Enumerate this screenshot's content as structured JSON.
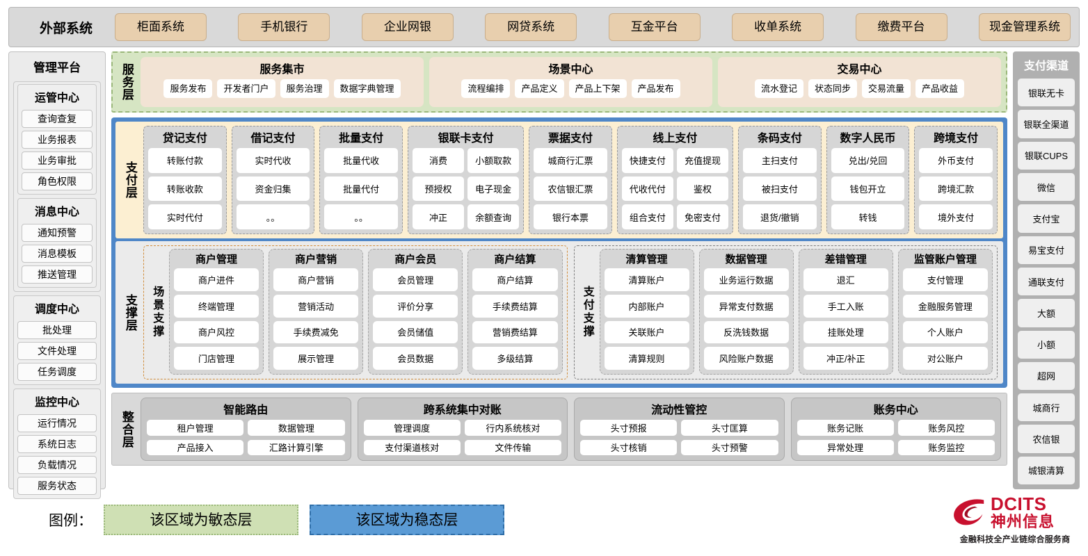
{
  "external": {
    "title": "外部系统",
    "items": [
      "柜面系统",
      "手机银行",
      "企业网银",
      "网贷系统",
      "互金平台",
      "收单系统",
      "缴费平台",
      "现金管理系统"
    ]
  },
  "management": {
    "title": "管理平台",
    "groups": [
      {
        "title": "运管中心",
        "items": [
          "查询查复",
          "业务报表",
          "业务审批",
          "角色权限"
        ]
      },
      {
        "title": "消息中心",
        "items": [
          "通知预警",
          "消息模板",
          "推送管理"
        ]
      }
    ],
    "standalone": [
      {
        "title": "调度中心",
        "items": [
          "批处理",
          "文件处理",
          "任务调度"
        ]
      },
      {
        "title": "监控中心",
        "items": [
          "运行情况",
          "系统日志",
          "负载情况",
          "服务状态"
        ]
      }
    ]
  },
  "service_layer": {
    "label": "服务层",
    "groups": [
      {
        "title": "服务集市",
        "items": [
          "服务发布",
          "开发者门户",
          "服务治理",
          "数据字典管理"
        ]
      },
      {
        "title": "场景中心",
        "items": [
          "流程编排",
          "产品定义",
          "产品上下架",
          "产品发布"
        ]
      },
      {
        "title": "交易中心",
        "items": [
          "流水登记",
          "状态同步",
          "交易流量",
          "产品收益"
        ]
      }
    ]
  },
  "payment_layer": {
    "label": "支付层",
    "columns": [
      {
        "title": "贷记支付",
        "cols": 1,
        "items": [
          "转账付款",
          "转账收款",
          "实时代付"
        ]
      },
      {
        "title": "借记支付",
        "cols": 1,
        "items": [
          "实时代收",
          "资金归集",
          "。。"
        ]
      },
      {
        "title": "批量支付",
        "cols": 1,
        "items": [
          "批量代收",
          "批量代付",
          "。。"
        ]
      },
      {
        "title": "银联卡支付",
        "cols": 2,
        "items": [
          "消费",
          "小额取款",
          "预授权",
          "电子现金",
          "冲正",
          "余额查询"
        ]
      },
      {
        "title": "票据支付",
        "cols": 1,
        "items": [
          "城商行汇票",
          "农信银汇票",
          "银行本票"
        ]
      },
      {
        "title": "线上支付",
        "cols": 2,
        "items": [
          "快捷支付",
          "充值提现",
          "代收代付",
          "鉴权",
          "组合支付",
          "免密支付"
        ]
      },
      {
        "title": "条码支付",
        "cols": 1,
        "items": [
          "主扫支付",
          "被扫支付",
          "退货/撤销"
        ]
      },
      {
        "title": "数字人民币",
        "cols": 1,
        "items": [
          "兑出/兑回",
          "钱包开立",
          "转钱"
        ]
      },
      {
        "title": "跨境支付",
        "cols": 1,
        "items": [
          "外币支付",
          "跨境汇款",
          "境外支付"
        ]
      }
    ]
  },
  "support_layer": {
    "label": "支撑层",
    "scene": {
      "label": "场景支撑",
      "columns": [
        {
          "title": "商户管理",
          "items": [
            "商户进件",
            "终端管理",
            "商户风控",
            "门店管理"
          ]
        },
        {
          "title": "商户营销",
          "items": [
            "商户营销",
            "营销活动",
            "手续费减免",
            "展示管理"
          ]
        },
        {
          "title": "商户会员",
          "items": [
            "会员管理",
            "评价分享",
            "会员储值",
            "会员数据"
          ]
        },
        {
          "title": "商户结算",
          "items": [
            "商户结算",
            "手续费结算",
            "营销费结算",
            "多级结算"
          ]
        }
      ]
    },
    "paysup": {
      "label": "支付支撑",
      "columns": [
        {
          "title": "清算管理",
          "items": [
            "清算账户",
            "内部账户",
            "关联账户",
            "清算规则"
          ]
        },
        {
          "title": "数据管理",
          "items": [
            "业务运行数据",
            "异常支付数据",
            "反洗钱数据",
            "风险账户数据"
          ]
        },
        {
          "title": "差错管理",
          "items": [
            "退汇",
            "手工入账",
            "挂账处理",
            "冲正/补正"
          ]
        },
        {
          "title": "监管账户管理",
          "items": [
            "支付管理",
            "金融服务管理",
            "个人账户",
            "对公账户"
          ]
        }
      ]
    }
  },
  "integration_layer": {
    "label": "整合层",
    "cards": [
      {
        "title": "智能路由",
        "items": [
          "租户管理",
          "数据管理",
          "产品接入",
          "汇路计算引擎"
        ]
      },
      {
        "title": "跨系统集中对账",
        "items": [
          "管理调度",
          "行内系统核对",
          "支付渠道核对",
          "文件传输"
        ]
      },
      {
        "title": "流动性管控",
        "items": [
          "头寸预报",
          "头寸匡算",
          "头寸核销",
          "头寸预警"
        ]
      },
      {
        "title": "账务中心",
        "items": [
          "账务记账",
          "账务风控",
          "异常处理",
          "账务监控"
        ]
      }
    ]
  },
  "channels": {
    "title": "支付渠道",
    "items": [
      "银联无卡",
      "银联全渠道",
      "银联CUPS",
      "微信",
      "支付宝",
      "易宝支付",
      "通联支付",
      "大额",
      "小额",
      "超网",
      "城商行",
      "农信银",
      "城银清算"
    ]
  },
  "legend": {
    "label": "图例：",
    "agile": "该区域为敏态层",
    "stable": "该区域为稳态层",
    "agile_color": "#cfe0b4",
    "stable_color": "#5b9bd5"
  },
  "logo": {
    "en": "DCITS",
    "cn": "神州信息",
    "tagline": "金融科技全产业链综合服务商",
    "color": "#c8102e"
  }
}
